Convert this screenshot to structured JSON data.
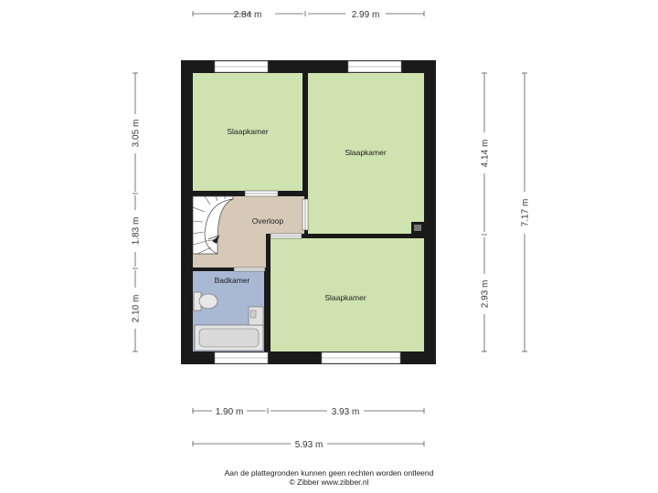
{
  "dimensions": {
    "top_left": "2.84 m",
    "top_right": "2.99 m",
    "left_top": "3.05 m",
    "left_mid": "1.83 m",
    "left_bottom": "2.10 m",
    "right_inner_top": "4.14 m",
    "right_inner_bottom": "2.93 m",
    "right_total": "7.17 m",
    "bottom_left": "1.90 m",
    "bottom_right": "3.93 m",
    "bottom_total": "5.93 m"
  },
  "rooms": {
    "bedroom_top_left": "Slaapkamer",
    "bedroom_top_right": "Slaapkamer",
    "landing": "Overloop",
    "bathroom": "Badkamer",
    "bedroom_bottom_right": "Slaapkamer"
  },
  "colors": {
    "bedroom": "#cfe3b0",
    "landing": "#d6c9b8",
    "bathroom": "#a9b9d4",
    "wall": "#1a1a1a"
  },
  "footer": {
    "line1": "Aan de plattegronden kunnen geen rechten worden ontleend",
    "line2": "© Zibber www.zibber.nl"
  }
}
